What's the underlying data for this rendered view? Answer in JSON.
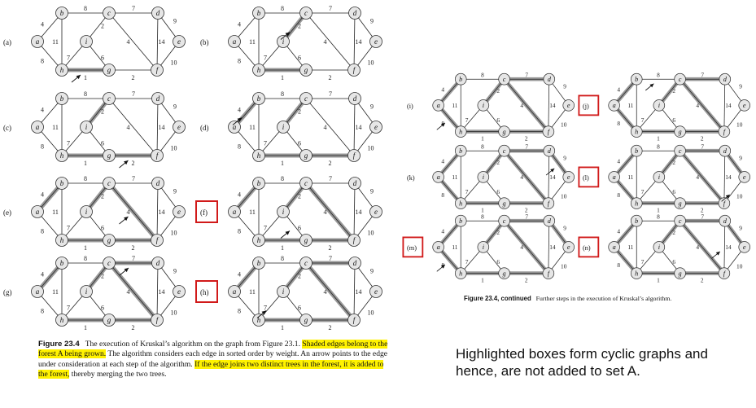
{
  "colors": {
    "highlight": "#fff200",
    "red_box": "#d11a1a",
    "shaded_edge": "#999999",
    "node_fill": "#e6e6e6"
  },
  "panels": [
    {
      "label": "(a)",
      "selected": [
        "hg"
      ],
      "arrow": "hg",
      "boxed": false
    },
    {
      "label": "(b)",
      "selected": [
        "hg",
        "ci"
      ],
      "arrow": "ci",
      "boxed": false
    },
    {
      "label": "(c)",
      "selected": [
        "hg",
        "ci",
        "gf"
      ],
      "arrow": "gf",
      "boxed": false
    },
    {
      "label": "(d)",
      "selected": [
        "hg",
        "ci",
        "gf",
        "ab"
      ],
      "arrow": "ab",
      "boxed": false
    },
    {
      "label": "(e)",
      "selected": [
        "hg",
        "ci",
        "gf",
        "ab",
        "cf"
      ],
      "arrow": "cf",
      "boxed": false
    },
    {
      "label": "(f)",
      "selected": [
        "hg",
        "ci",
        "gf",
        "ab",
        "cf"
      ],
      "arrow": "ig",
      "boxed": true
    },
    {
      "label": "(g)",
      "selected": [
        "hg",
        "ci",
        "gf",
        "ab",
        "cf",
        "cd"
      ],
      "arrow": "cd",
      "boxed": false
    },
    {
      "label": "(h)",
      "selected": [
        "hg",
        "ci",
        "gf",
        "ab",
        "cf",
        "cd"
      ],
      "arrow": "ih",
      "boxed": true
    },
    {
      "label": "(i)",
      "selected": [
        "hg",
        "ci",
        "gf",
        "ab",
        "cf",
        "cd",
        "ah"
      ],
      "arrow": "ah",
      "boxed": false
    },
    {
      "label": "(j)",
      "selected": [
        "hg",
        "ci",
        "gf",
        "ab",
        "cf",
        "cd",
        "ah"
      ],
      "arrow": "bc",
      "boxed": true
    },
    {
      "label": "(k)",
      "selected": [
        "hg",
        "ci",
        "gf",
        "ab",
        "cf",
        "cd",
        "ah",
        "de"
      ],
      "arrow": "de",
      "boxed": false
    },
    {
      "label": "(l)",
      "selected": [
        "hg",
        "ci",
        "gf",
        "ab",
        "cf",
        "cd",
        "ah",
        "de"
      ],
      "arrow": "ef",
      "boxed": true
    },
    {
      "label": "(m)",
      "selected": [
        "hg",
        "ci",
        "gf",
        "ab",
        "cf",
        "cd",
        "ah",
        "de"
      ],
      "arrow": "ah",
      "boxed": true
    },
    {
      "label": "(n)",
      "selected": [
        "hg",
        "ci",
        "gf",
        "ab",
        "cf",
        "cd",
        "ah",
        "de"
      ],
      "arrow": "df",
      "boxed": true
    }
  ],
  "graph": {
    "nodes": [
      "a",
      "b",
      "c",
      "d",
      "e",
      "f",
      "g",
      "h",
      "i"
    ],
    "edges": [
      {
        "id": "ab",
        "from": "a",
        "to": "b",
        "weight": "4"
      },
      {
        "id": "ah",
        "from": "a",
        "to": "h",
        "weight": "8"
      },
      {
        "id": "bc",
        "from": "b",
        "to": "c",
        "weight": "8"
      },
      {
        "id": "bh",
        "from": "b",
        "to": "h",
        "weight": "11"
      },
      {
        "id": "cd",
        "from": "c",
        "to": "d",
        "weight": "7"
      },
      {
        "id": "ci",
        "from": "c",
        "to": "i",
        "weight": "2"
      },
      {
        "id": "cf",
        "from": "c",
        "to": "f",
        "weight": "4"
      },
      {
        "id": "de",
        "from": "d",
        "to": "e",
        "weight": "9"
      },
      {
        "id": "df",
        "from": "d",
        "to": "f",
        "weight": "14"
      },
      {
        "id": "ef",
        "from": "e",
        "to": "f",
        "weight": "10"
      },
      {
        "id": "gf",
        "from": "g",
        "to": "f",
        "weight": "2"
      },
      {
        "id": "hg",
        "from": "h",
        "to": "g",
        "weight": "1"
      },
      {
        "id": "ih",
        "from": "i",
        "to": "h",
        "weight": "7"
      },
      {
        "id": "ig",
        "from": "i",
        "to": "g",
        "weight": "6"
      }
    ]
  },
  "caption": {
    "figure_label": "Figure 23.4",
    "part1": "The execution of Kruskal’s algorithm on the graph from Figure 23.1. ",
    "highlight1": "Shaded edges belong to the forest A being grown.",
    "part2": " The algorithm considers each edge in sorted order by weight. An arrow points to the edge under consideration at each step of the algorithm. ",
    "highlight2": "If the edge joins two distinct trees in the forest, it is added to the forest,",
    "part3": " thereby merging the two trees."
  },
  "caption_continued": {
    "figure_label": "Figure 23.4, continued",
    "text": "Further steps in the execution of Kruskal’s algorithm."
  },
  "note": "Highlighted boxes form cyclic graphs and hence, are not added to set A."
}
